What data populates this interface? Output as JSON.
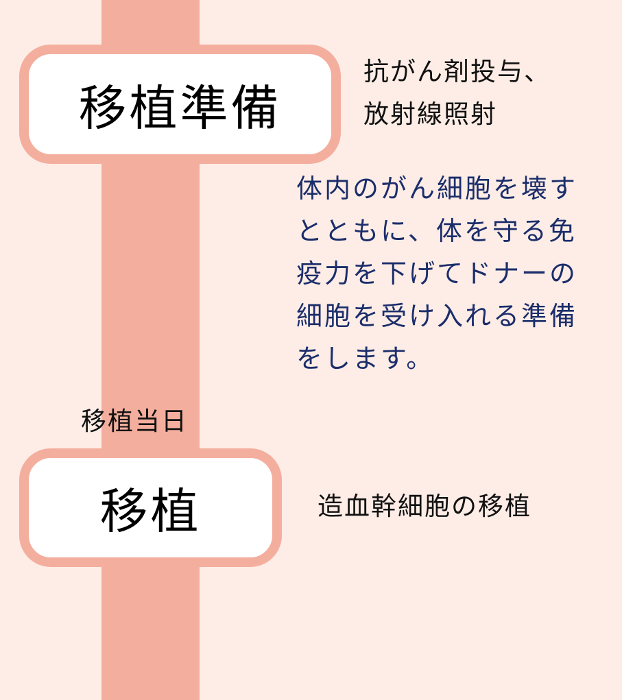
{
  "step1": {
    "title": "移植準備",
    "side_lines": [
      "抗がん剤投与、",
      "放射線照射"
    ],
    "description_lines": [
      "体内のがん細胞を壊す",
      "とともに、体を守る免",
      "疫力を下げてドナーの",
      "細胞を受け入れる準備",
      "をします。"
    ]
  },
  "step2": {
    "label_above": "移植当日",
    "title": "移植",
    "side_text": "造血幹細胞の移植"
  },
  "colors": {
    "background": "#fdede6",
    "accent": "#f4ae9e",
    "description_text": "#1b2d6b"
  }
}
